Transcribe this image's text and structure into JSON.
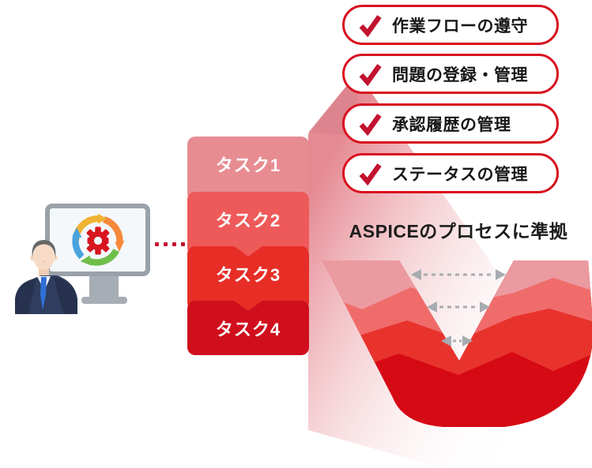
{
  "pills": {
    "items": [
      {
        "label": "作業フローの遵守"
      },
      {
        "label": "問題の登録・管理"
      },
      {
        "label": "承認履歴の管理"
      },
      {
        "label": "ステータスの管理"
      }
    ]
  },
  "task_stack": {
    "items": [
      {
        "label": "タスク1"
      },
      {
        "label": "タスク2"
      },
      {
        "label": "タスク3"
      },
      {
        "label": "タスク4"
      }
    ]
  },
  "caption": {
    "text": "ASPICEのプロセスに準拠"
  },
  "colors": {
    "brand_red": "#d8101f",
    "check": "#c1122f",
    "gear": "#d8161f",
    "task_shades": [
      "#e78d92",
      "#ee5a59",
      "#e62e27",
      "#d00f1d"
    ],
    "v_bands": [
      "#eb9aa0",
      "#ef6c6b",
      "#e8332c",
      "#d60a15"
    ],
    "beam_pink": "#e4838c",
    "arrow_gray": "#a7acb1",
    "cycle": [
      "#f0b433",
      "#f6893c",
      "#6fbf4a",
      "#4ba3dd"
    ],
    "suit_navy": "#2f3d5f",
    "tie_blue": "#2f6fd6",
    "monitor_gray": "#99a1a9"
  }
}
